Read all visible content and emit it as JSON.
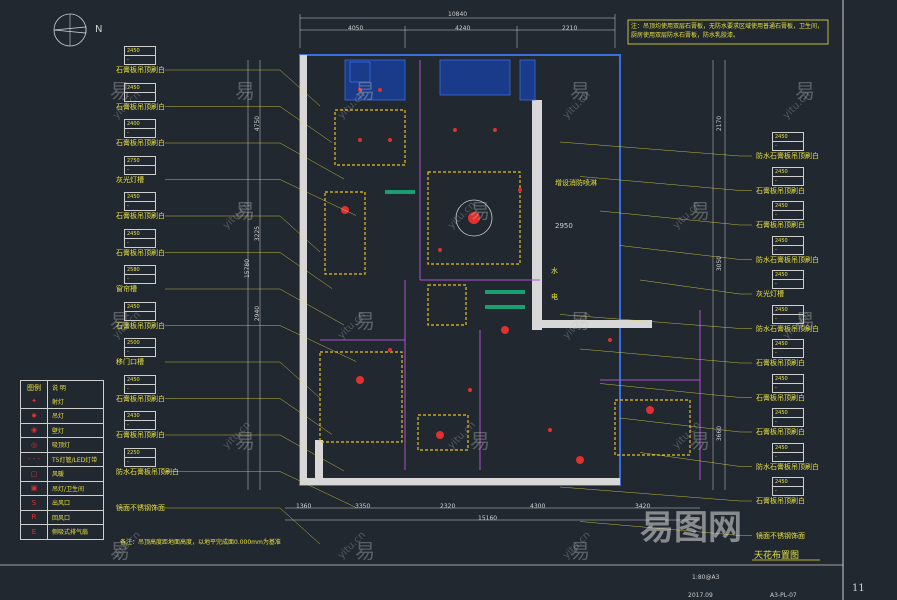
{
  "compass_label": "N",
  "top_note": "注：吊顶均使用双层石膏板，无防水要求区域使用普通石膏板，卫生间，厨房使用双层防水石膏板，防水乳胶漆。",
  "dims_top": [
    "10840",
    "4050",
    "4240",
    "2210"
  ],
  "dims_bottom": [
    "1360",
    "3350",
    "2320",
    "4300",
    "3420",
    "15160"
  ],
  "dims_left": [
    "4750",
    "3225",
    "2940",
    "15780"
  ],
  "dims_right": [
    "2170",
    "3050",
    "3660"
  ],
  "left_labels": [
    {
      "ch": "2450",
      "pt": "-",
      "text": "石膏板吊顶刷白"
    },
    {
      "ch": "2450",
      "pt": "-",
      "text": "石膏板吊顶刷白"
    },
    {
      "ch": "2400",
      "pt": "-",
      "text": "石膏板吊顶刷白"
    },
    {
      "ch": "2750",
      "pt": "-",
      "text": "灰光灯槽"
    },
    {
      "ch": "2450",
      "pt": "-",
      "text": "石膏板吊顶刷白"
    },
    {
      "ch": "2450",
      "pt": "-",
      "text": "石膏板吊顶刷白"
    },
    {
      "ch": "2580",
      "pt": "-",
      "text": "窗帘槽"
    },
    {
      "ch": "2450",
      "pt": "-",
      "text": "石膏板吊顶刷白"
    },
    {
      "ch": "2500",
      "pt": "-",
      "text": "移门口槽"
    },
    {
      "ch": "2450",
      "pt": "-",
      "text": "石膏板吊顶刷白"
    },
    {
      "ch": "2430",
      "pt": "-",
      "text": "石膏板吊顶刷白"
    },
    {
      "ch": "2250",
      "pt": "-",
      "text": "防水石膏板吊顶刷白"
    },
    {
      "ch": "",
      "pt": "",
      "text": "镜面不锈钢饰面"
    }
  ],
  "right_labels": [
    {
      "ch": "2450",
      "pt": "-",
      "text": "防水石膏板吊顶刷白"
    },
    {
      "ch": "2450",
      "pt": "-",
      "text": "石膏板吊顶刷白"
    },
    {
      "ch": "2450",
      "pt": "-",
      "text": "石膏板吊顶刷白"
    },
    {
      "ch": "2450",
      "pt": "-",
      "text": "防水石膏板吊顶刷白"
    },
    {
      "ch": "2450",
      "pt": "-",
      "text": "灰光灯槽"
    },
    {
      "ch": "2450",
      "pt": "-",
      "text": "防水石膏板吊顶刷白"
    },
    {
      "ch": "2450",
      "pt": "-",
      "text": "石膏板吊顶刷白"
    },
    {
      "ch": "2450",
      "pt": "-",
      "text": "石膏板吊顶刷白"
    },
    {
      "ch": "2450",
      "pt": "-",
      "text": "石膏板吊顶刷白"
    },
    {
      "ch": "2450",
      "pt": "-",
      "text": "防水石膏板吊顶刷白"
    },
    {
      "ch": "2450",
      "pt": "-",
      "text": "石膏板吊顶刷白"
    },
    {
      "ch": "",
      "pt": "",
      "text": "镜面不锈钢饰面"
    }
  ],
  "legend": {
    "header_sym": "图例",
    "header_txt": "说  明",
    "rows": [
      {
        "sym": "✦",
        "txt": "射灯"
      },
      {
        "sym": "✸",
        "txt": "吊灯"
      },
      {
        "sym": "◉",
        "txt": "壁灯"
      },
      {
        "sym": "◎",
        "txt": "吸顶灯"
      },
      {
        "sym": "- - -",
        "txt": "T5灯管/LED灯带"
      },
      {
        "sym": "▢",
        "txt": "风暖"
      },
      {
        "sym": "▣",
        "txt": "吊灯/卫生间"
      },
      {
        "sym": "S",
        "txt": "出风口"
      },
      {
        "sym": "R",
        "txt": "回风口"
      },
      {
        "sym": "E",
        "txt": "侧吸式排气扇"
      }
    ]
  },
  "bottom_note": "备注：吊顶高度距地面高度，以地平完成面0.000mm为基准",
  "plan_labels": {
    "fire": "增设消防喷淋",
    "water": "水",
    "elec": "电",
    "height": "2950"
  },
  "title": "天花布置图",
  "scale": "1:80@A3",
  "date": "2017.09",
  "sheet": "A3-PL-07",
  "page_number": "11",
  "watermark": "易",
  "watermark_url": "yitu.cn",
  "watermark_logo": "易图网"
}
